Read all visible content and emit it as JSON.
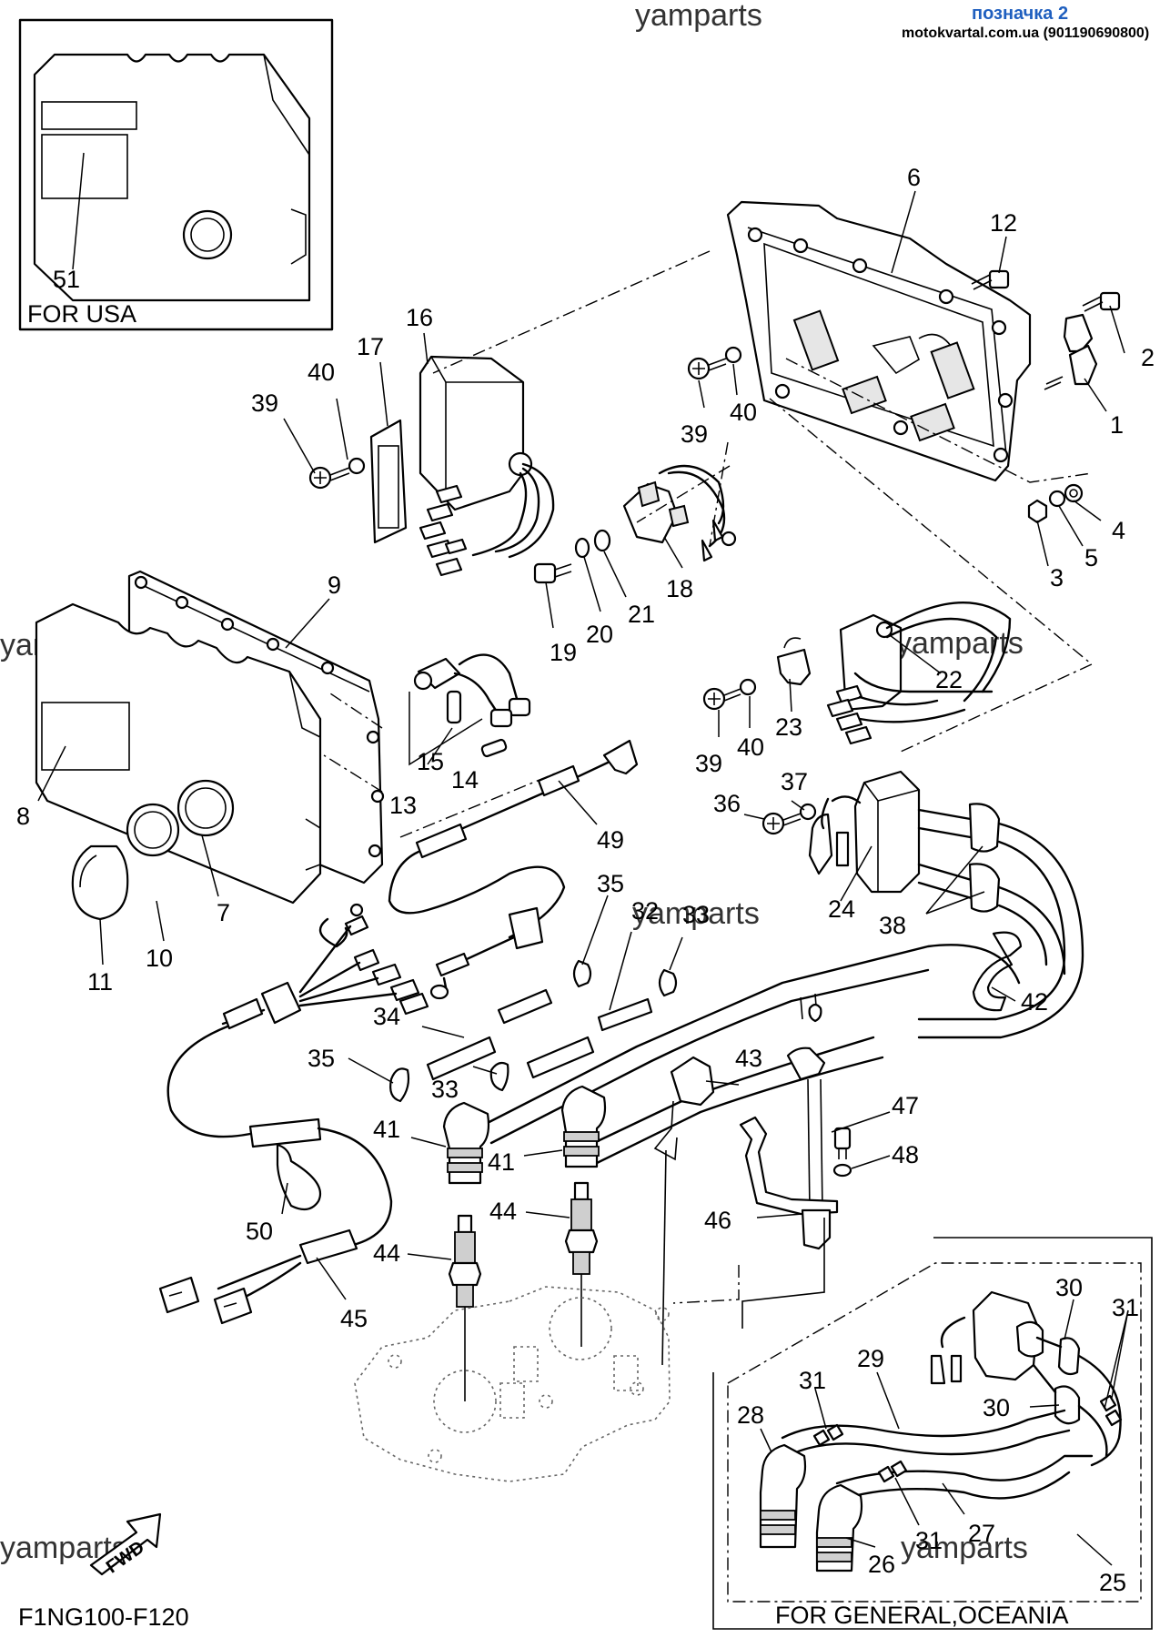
{
  "header": {
    "badge": "позначка 2",
    "site": "motokvartal.com.ua (901190690800)"
  },
  "watermarks": [
    "yamparts",
    "yamparts",
    "yamparts",
    "yamparts",
    "yamparts",
    "yamparts"
  ],
  "model_code": "F1NG100-F120",
  "fwd_mark": "FWD",
  "boxes": {
    "usa": "FOR USA",
    "general": "FOR GENERAL,OCEANIA"
  },
  "callouts": [
    "51",
    "16",
    "17",
    "40",
    "39",
    "6",
    "12",
    "2",
    "1",
    "40",
    "39",
    "4",
    "5",
    "3",
    "18",
    "21",
    "20",
    "19",
    "9",
    "8",
    "15",
    "14",
    "13",
    "22",
    "23",
    "40",
    "39",
    "37",
    "36",
    "49",
    "24",
    "38",
    "7",
    "10",
    "11",
    "35",
    "32",
    "33",
    "34",
    "35",
    "33",
    "42",
    "43",
    "47",
    "48",
    "41",
    "41",
    "46",
    "44",
    "44",
    "50",
    "45",
    "30",
    "31",
    "29",
    "31",
    "28",
    "30",
    "27",
    "31",
    "26",
    "25"
  ]
}
